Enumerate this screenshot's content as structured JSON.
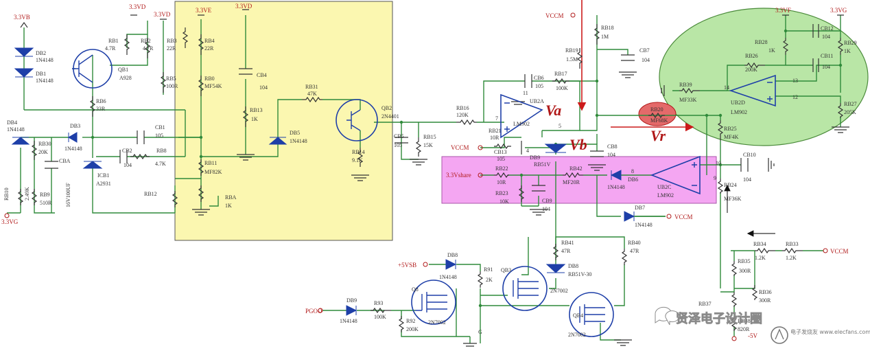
{
  "nets": {
    "vd1": "3.3VD",
    "vd2": "3.3VD",
    "vd3": "3.3VD",
    "ve": "3.3VE",
    "vb": "3.3VB",
    "vf": "3.3VF",
    "vg_top": "3.3VG",
    "vg_left": "3.3VG",
    "vccm_top": "VCCM",
    "vccm_mid": "VCCM",
    "vccm_right": "VCCM",
    "vccm_bot": "VCCM",
    "share": "3.3Vshare",
    "p5vsb": "+5VSB",
    "pgoo": "PGOO",
    "m5v": "-5V",
    "g": "G"
  },
  "signals": {
    "va": "Va",
    "vb": "Vb",
    "vr": "Vr"
  },
  "components": {
    "rb1": [
      "RB1",
      "4.7R"
    ],
    "rb2": [
      "RB2",
      "4.7R"
    ],
    "rb3": [
      "RB3",
      "22R"
    ],
    "rb4": [
      "RB4",
      "22R"
    ],
    "rb5": [
      "RB5",
      "100R"
    ],
    "rb6": [
      "RB6",
      "33R"
    ],
    "rb0": [
      "RB0",
      "MF54K"
    ],
    "rb13": [
      "RB13",
      "1K"
    ],
    "rb31": [
      "RB31",
      "47K"
    ],
    "rb14": [
      "RB14",
      "9.1K"
    ],
    "rb15": [
      "RB15",
      "15K"
    ],
    "rb16": [
      "RB16",
      "120K"
    ],
    "rb17": [
      "RB17",
      "100K"
    ],
    "rb18": [
      "RB18",
      "1M"
    ],
    "rb19": [
      "RB19",
      "1.5M"
    ],
    "rb21": [
      "RB21",
      "10R"
    ],
    "rb30": [
      "RB30",
      "20K"
    ],
    "rb8": [
      "RB8",
      "4.7K"
    ],
    "rb11": [
      "RB11",
      "MF82K"
    ],
    "rb9": [
      "RB9",
      "510R"
    ],
    "rb10": [
      "RB10",
      "2.49K"
    ],
    "rba": [
      "RBA",
      "1K"
    ],
    "rb12": [
      "RB12",
      ""
    ],
    "rb22": [
      "RB22",
      "10R"
    ],
    "rb23": [
      "RB23",
      "10K"
    ],
    "rb42": [
      "RB42",
      "MF20R"
    ],
    "rb41": [
      "RB41",
      "47R"
    ],
    "rb40": [
      "RB40",
      "47R"
    ],
    "rb91": [
      "R91",
      "2K"
    ],
    "rb92": [
      "R92",
      "200K"
    ],
    "rb93": [
      "R93",
      "100K"
    ],
    "rb20": [
      "RB20",
      "MF68K"
    ],
    "rb25": [
      "RB25",
      "MF4K"
    ],
    "rb24": [
      "RB24",
      "MF36K"
    ],
    "rb29": [
      "RB29",
      "1K"
    ],
    "rb27": [
      "RB27",
      "205K"
    ],
    "rb28": [
      "RB28",
      "1K"
    ],
    "rb26": [
      "RB26",
      "200K"
    ],
    "rb39": [
      "RB39",
      "MF33K"
    ],
    "rb34": [
      "RB34",
      "1.2K"
    ],
    "rb33": [
      "RB33",
      "1.2K"
    ],
    "rb35": [
      "RB35",
      "300R"
    ],
    "rb36": [
      "RB36",
      "300R"
    ],
    "rb37": [
      "RB37",
      ""
    ],
    "rb38": [
      "RB38",
      "820R"
    ],
    "cb1": [
      "CB1",
      "105"
    ],
    "cb2": [
      "CB2",
      "104"
    ],
    "cba": [
      "CBA",
      "16V100UF"
    ],
    "cb4": [
      "CB4",
      "104"
    ],
    "cb5": [
      "CB5",
      "105"
    ],
    "cb6": [
      "CB6",
      "105"
    ],
    "cb7": [
      "CB7",
      "104"
    ],
    "cb8": [
      "CB8",
      "104"
    ],
    "cb9": [
      "CB9",
      "104"
    ],
    "cb13": [
      "CB13",
      "105"
    ],
    "cb10": [
      "CB10",
      "104"
    ],
    "cb11": [
      "CB11",
      "104"
    ],
    "cb12": [
      "CB12",
      "104"
    ],
    "db1": [
      "DB1",
      "1N4148"
    ],
    "db2": [
      "DB2",
      "1N4148"
    ],
    "db3": [
      "DB3",
      "1N4148"
    ],
    "db4": [
      "DB4",
      "1N4148"
    ],
    "db5": [
      "DB5",
      "1N4148"
    ],
    "db6": [
      "DB6",
      "1N4148"
    ],
    "db7": [
      "DB7",
      "1N4148"
    ],
    "db8a": [
      "DB8",
      "1N4148"
    ],
    "db8b": [
      "DB8",
      "RB51V-30"
    ],
    "db9a": [
      "DB9",
      "RB51V"
    ],
    "db9b": [
      "DB9",
      "1N4148"
    ],
    "qb1": [
      "QB1",
      "A928"
    ],
    "qb2": [
      "QB2",
      "2N4401"
    ],
    "qb3": [
      "QB3",
      "2N7002"
    ],
    "qb4": [
      "QB4",
      "2N7002"
    ],
    "q8": [
      "Q8",
      "2N7002"
    ],
    "icb1": [
      "ICB1",
      "A2931"
    ],
    "ub2a": [
      "UB2A",
      "LM902"
    ],
    "ub2c": [
      "UB2C",
      "LM902"
    ],
    "ub2d": [
      "UB2D",
      "LM902"
    ]
  },
  "pins": {
    "p7": "7",
    "p5": "5",
    "p11": "11",
    "p4": "4",
    "p8": "8",
    "p9": "9",
    "p10": "10",
    "p14": "14",
    "p13": "13",
    "p12": "12"
  },
  "watermark": {
    "cn": "贤泽电子设计圈",
    "site": "电子发烧友 www.elecfans.com"
  },
  "colors": {
    "wire": "#2f8a3a",
    "yellow_region": "#fbf7b0",
    "magenta_region": "#f4a6f2",
    "green_region": "#b9e6a6",
    "feedback": "#cc1a1a",
    "component": "#1e3fa8"
  }
}
